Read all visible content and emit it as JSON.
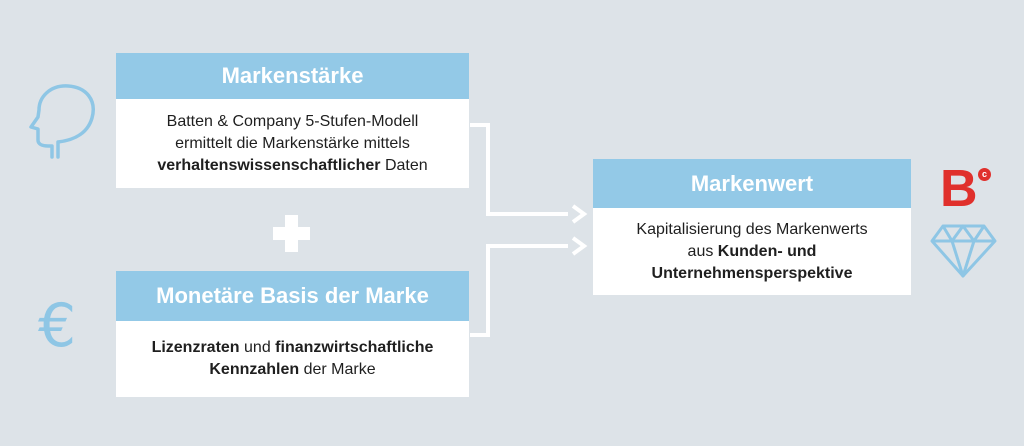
{
  "boxes": {
    "strength": {
      "title": "Markenstärke",
      "line1": "Batten & Company 5-Stufen-Modell",
      "line2": "ermittelt die Markenstärke mittels",
      "line3_bold": "verhaltenswissenschaftlicher",
      "line3_rest": " Daten"
    },
    "monetary": {
      "title": "Monetäre Basis der Marke",
      "line1_bold_a": "Lizenzraten",
      "line1_mid": " und ",
      "line1_bold_b": "finanzwirtschaftliche",
      "line2_bold": "Kennzahlen",
      "line2_rest": " der Marke"
    },
    "value": {
      "title": "Markenwert",
      "line1": "Kapitalisierung des Markenwerts",
      "line2_pre": "aus ",
      "line2_bold": "Kunden- und",
      "line3_bold": "Unternehmensperspektive"
    }
  },
  "icons": {
    "head": "head-profile-icon",
    "euro": "euro-icon",
    "plus": "plus-icon",
    "arrow": "arrow-right-icon",
    "diamond": "diamond-icon",
    "logo": "batten-logo"
  },
  "brand_logo": {
    "letter": "B",
    "badge": "c"
  },
  "euro_symbol": "€",
  "colors": {
    "background": "#dde3e8",
    "header": "#93c9e7",
    "icon": "#8ec6e5",
    "brand": "#e0302c"
  }
}
